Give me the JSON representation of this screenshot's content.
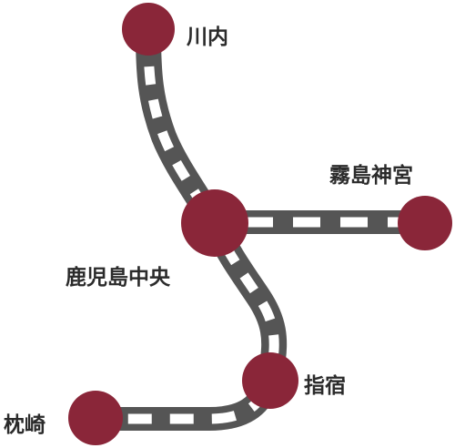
{
  "map": {
    "line_color": "#555555",
    "tie_color": "#ffffff",
    "station_color": "#8a2639",
    "stations": [
      {
        "id": "sendai",
        "name": "川内"
      },
      {
        "id": "kirishima",
        "name": "霧島神宮"
      },
      {
        "id": "kagoshima-chuo",
        "name": "鹿児島中央"
      },
      {
        "id": "ibusuki",
        "name": "指宿"
      },
      {
        "id": "makurazaki",
        "name": "枕崎"
      }
    ]
  }
}
